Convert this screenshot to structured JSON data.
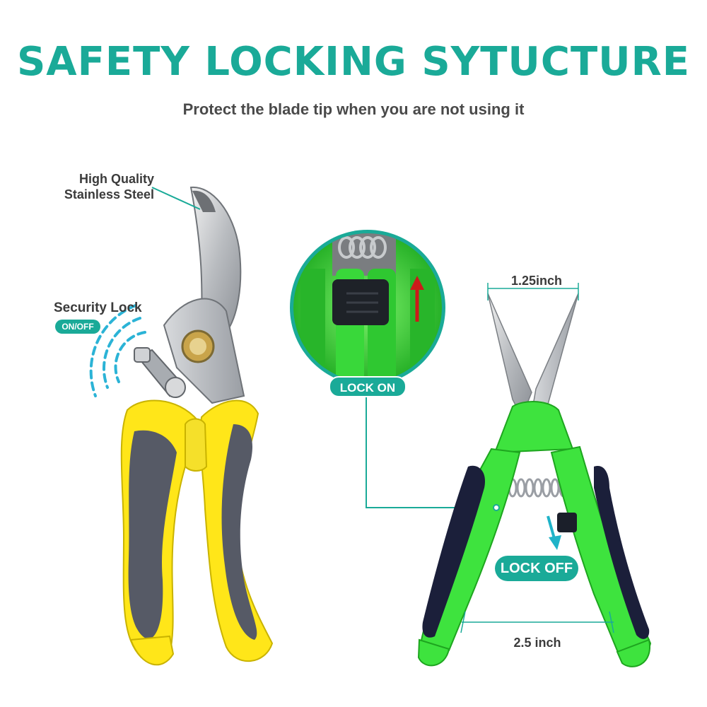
{
  "heading": {
    "title": "SAFETY LOCKING SYTUCTURE",
    "subtitle": "Protect the blade tip when you are not using it"
  },
  "left_tool": {
    "material_label": "High Quality\nStainless Steel",
    "lock_label": "Security Lock",
    "lock_badge": "ON/OFF"
  },
  "right_tool": {
    "lock_on_badge": "LOCK ON",
    "lock_off_badge": "LOCK OFF",
    "blade_width": "1.25inch",
    "handle_width": "2.5 inch"
  },
  "colors": {
    "accent": "#1aaa98",
    "yellow_handle": "#ffe619",
    "green_handle": "#3ee33e",
    "grip_gray": "#565a66",
    "arrow_red": "#cc1a1a",
    "arrow_teal": "#1fb3c8"
  }
}
